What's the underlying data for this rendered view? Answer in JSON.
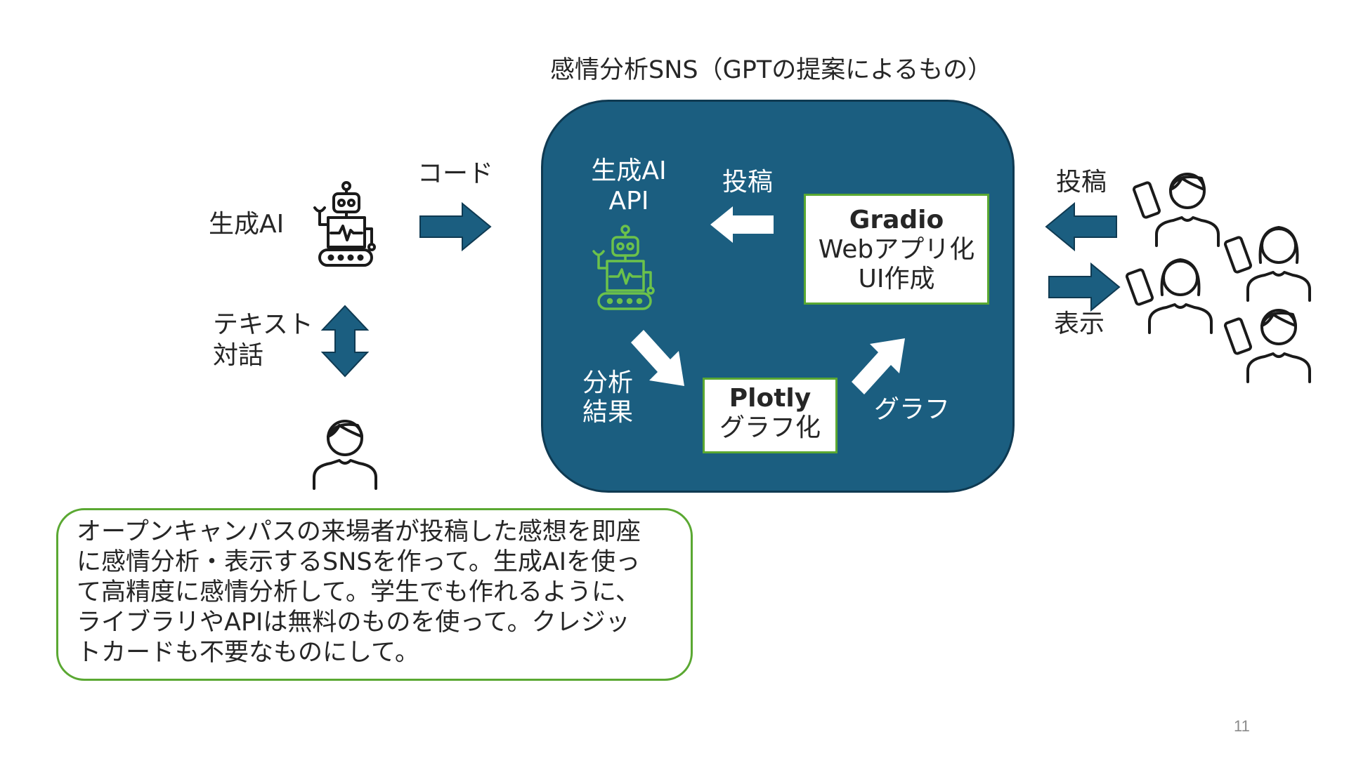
{
  "title": "感情分析SNS（GPTの提案によるもの）",
  "left": {
    "genai_label": "生成AI",
    "code_label": "コード",
    "text_dialogue_label_line1": "テキスト",
    "text_dialogue_label_line2": "対話"
  },
  "panel": {
    "genai_api_line1": "生成AI",
    "genai_api_line2": "API",
    "post_label": "投稿",
    "gradio_title": "Gradio",
    "gradio_line1": "Webアプリ化",
    "gradio_line2": "UI作成",
    "analysis_line1": "分析",
    "analysis_line2": "結果",
    "plotly_title": "Plotly",
    "plotly_line1": "グラフ化",
    "graph_label": "グラフ"
  },
  "right": {
    "post_label": "投稿",
    "display_label": "表示"
  },
  "prompt": {
    "lines": [
      "オープンキャンパスの来場者が投稿した感想を即座",
      "に感情分析・表示するSNSを作って。生成AIを使っ",
      "て高精度に感情分析して。学生でも作れるように、",
      "ライブラリやAPIは無料のものを使って。クレジッ",
      "トカードも不要なものにして。"
    ]
  },
  "page_number": "11",
  "colors": {
    "panel": "#1b5e80",
    "arrow": "#1b5e80",
    "accent_green": "#5aa832",
    "robot_green": "#6cc24a"
  }
}
